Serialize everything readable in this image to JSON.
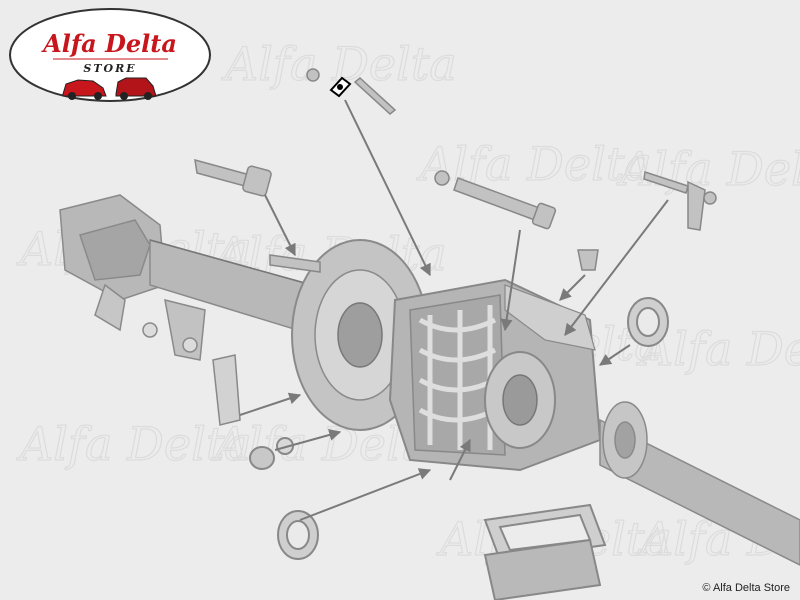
{
  "logo": {
    "brand": "Alfa Delta",
    "subtitle": "STORE"
  },
  "watermark": "Alfa Delta",
  "copyright": "© Alfa Delta Store",
  "colors": {
    "background": "#ececec",
    "brand_red": "#c8161d",
    "diagram_gray": "#b4b4b4",
    "diagram_dark": "#8a8a8a",
    "highlight": "#000000"
  },
  "highlighted_part": "locking-washer-icon"
}
